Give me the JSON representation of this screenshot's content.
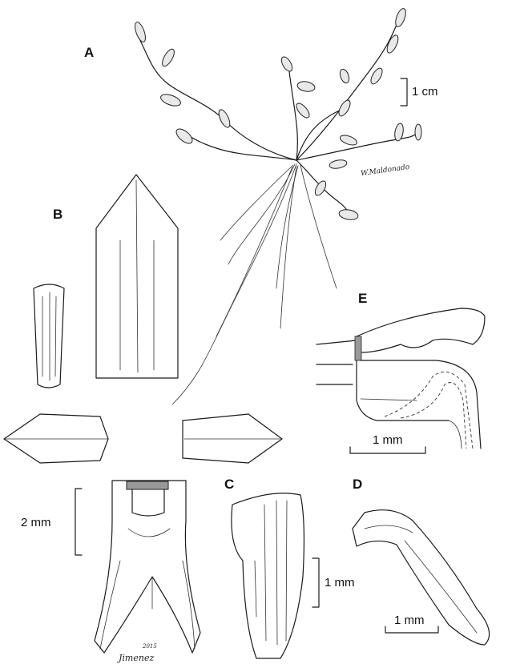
{
  "figure": {
    "panels": {
      "a": "A",
      "b": "B",
      "c": "C",
      "d": "D",
      "e": "E"
    },
    "scale_bars": {
      "a": "1 cm",
      "b_lip": "2 mm",
      "c": "1 mm",
      "d": "1 mm",
      "e": "1 mm"
    },
    "signatures": {
      "top": "W.Maldonado",
      "bottom": "Jimenez",
      "bottom_year": "2015"
    }
  }
}
